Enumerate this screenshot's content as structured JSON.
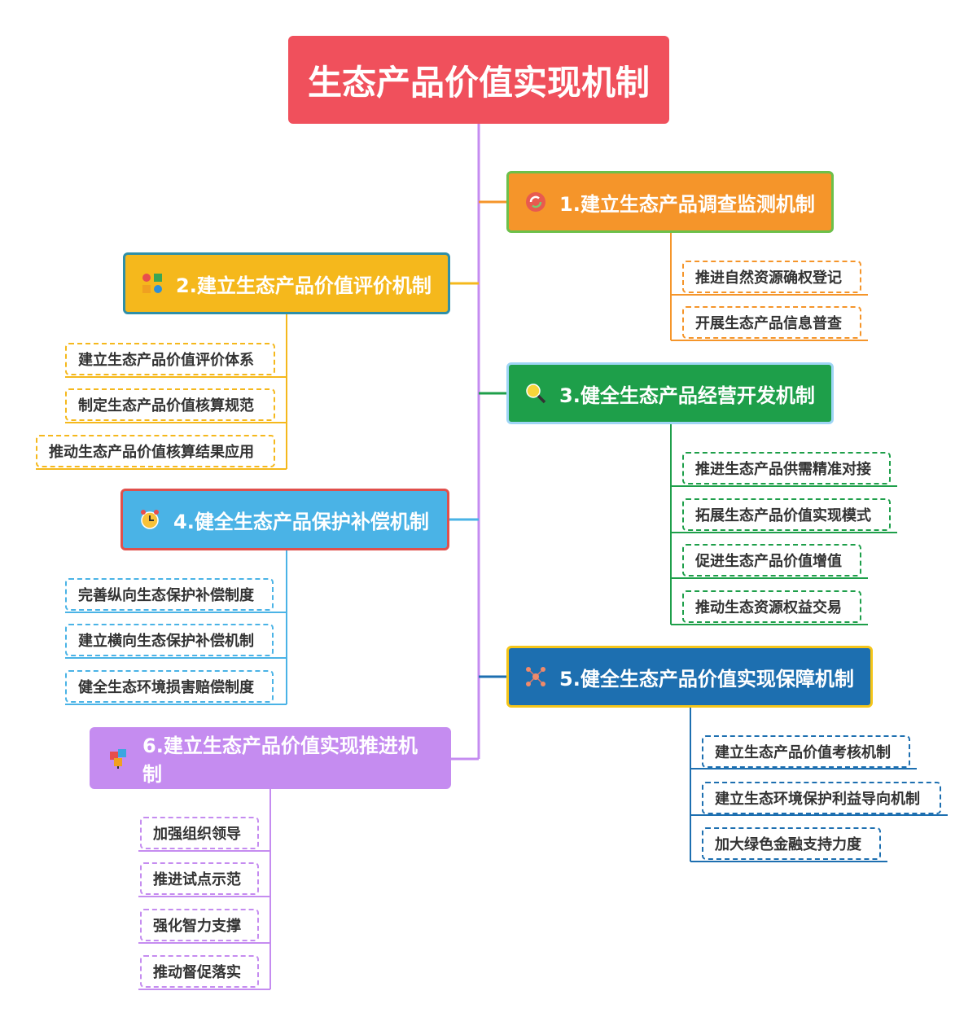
{
  "root": {
    "title": "生态产品价值实现机制"
  },
  "colors": {
    "root": "#f0505c",
    "trunk": "#c58cf0"
  },
  "branches": [
    {
      "label": "1.建立生态产品调查监测机制",
      "icon": "refresh-icon",
      "color": "#f5952a",
      "border": "#6cc04a",
      "leaves": [
        "推进自然资源确权登记",
        "开展生态产品信息普查"
      ]
    },
    {
      "label": "2.建立生态产品价值评价机制",
      "icon": "grid-shapes-icon",
      "color": "#f5b81c",
      "border": "#2f8fa8",
      "leaves": [
        "建立生态产品价值评价体系",
        "制定生态产品价值核算规范",
        "推动生态产品价值核算结果应用"
      ]
    },
    {
      "label": "3.健全生态产品经营开发机制",
      "icon": "magnifier-icon",
      "color": "#1e9f4a",
      "border": "#9fd5f5",
      "leaves": [
        "推进生态产品供需精准对接",
        "拓展生态产品价值实现模式",
        "促进生态产品价值增值",
        "推动生态资源权益交易"
      ]
    },
    {
      "label": "4.健全生态产品保护补偿机制",
      "icon": "clock-icon",
      "color": "#4ab3e6",
      "border": "#e0504c",
      "leaves": [
        "完善纵向生态保护补偿制度",
        "建立横向生态保护补偿机制",
        "健全生态环境损害赔偿制度"
      ]
    },
    {
      "label": "5.健全生态产品价值实现保障机制",
      "icon": "network-icon",
      "color": "#1d6fb0",
      "border": "#f5c518",
      "leaves": [
        "建立生态产品价值考核机制",
        "建立生态环境保护利益导向机制",
        "加大绿色金融支持力度"
      ]
    },
    {
      "label": "6.建立生态产品价值实现推进机制",
      "icon": "cubes-icon",
      "color": "#c58cf0",
      "border": "#c58cf0",
      "leaves": [
        "加强组织领导",
        "推进试点示范",
        "强化智力支撑",
        "推动督促落实"
      ]
    }
  ]
}
